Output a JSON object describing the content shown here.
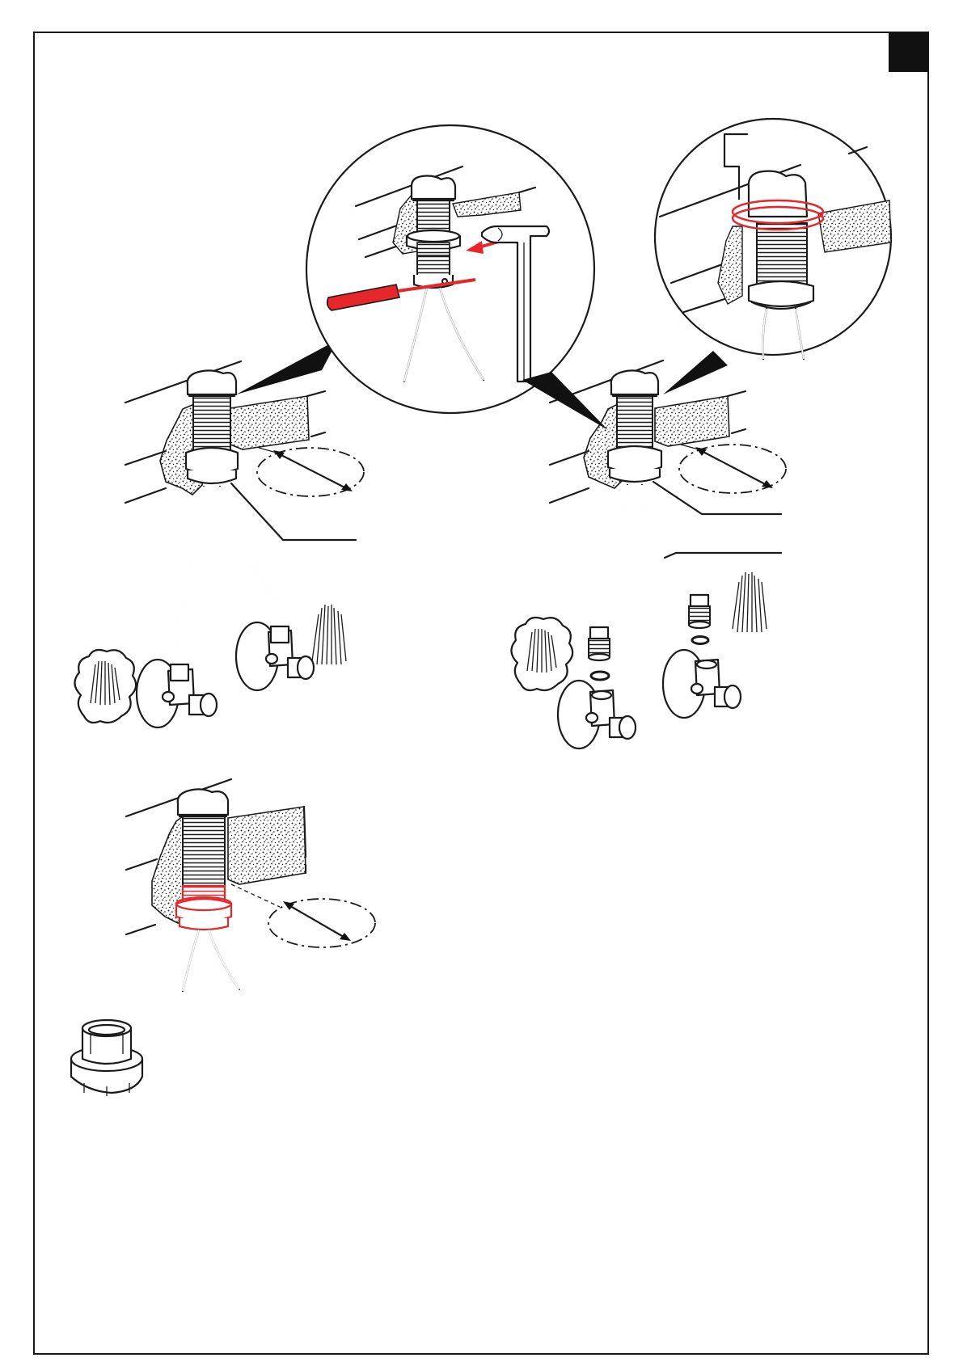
{
  "colors": {
    "ink": "#1a1a1a",
    "highlight": "#e5262b",
    "paper": "#ffffff",
    "step_marker": "#111111"
  },
  "figures": [
    {
      "id": "fig-1",
      "icons": [
        "faucet-shank-icon",
        "flexible-hose-icon",
        "angle-valve-icon",
        "water-spray-icon"
      ]
    },
    {
      "id": "fig-1-detail",
      "icons": [
        "screwdriver-icon",
        "wrench-icon",
        "locknut-icon"
      ]
    },
    {
      "id": "fig-2",
      "icons": [
        "faucet-shank-icon",
        "hose-nut-icon",
        "washer-icon",
        "angle-valve-icon",
        "water-spray-icon"
      ]
    },
    {
      "id": "fig-2-detail",
      "icons": [
        "sealing-ring-icon"
      ]
    },
    {
      "id": "fig-3",
      "icons": [
        "faucet-shank-icon",
        "adapter-sleeve-icon"
      ]
    },
    {
      "id": "fig-4",
      "icons": [
        "adapter-nut-icon"
      ]
    }
  ]
}
